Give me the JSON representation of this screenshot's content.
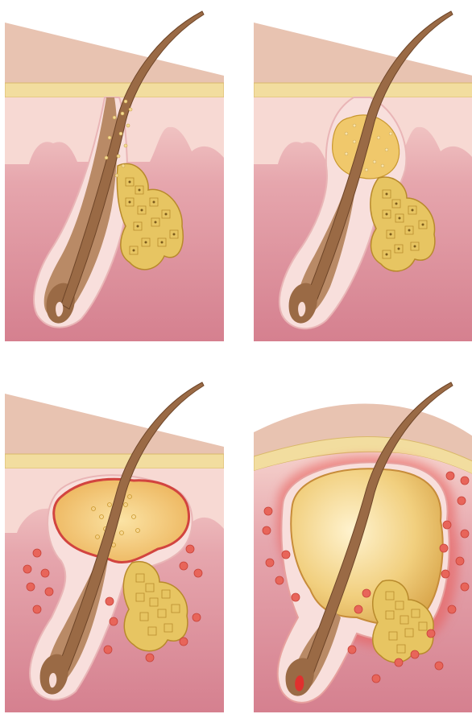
{
  "panels": [
    {
      "stage": "normal-follicle"
    },
    {
      "stage": "clogged-follicle"
    },
    {
      "stage": "inflamed-follicle"
    },
    {
      "stage": "nodular-lesion"
    }
  ],
  "colors": {
    "skin_top": "#e9c6b4",
    "skin_band": "#f1dc9c",
    "dermis_top": "#f6d2cc",
    "dermis": "#d98b98",
    "follicle_wall": "#f9dedb",
    "hair": "#9a6a45",
    "hair_dark": "#7b4e2f",
    "gland": "#e7c562",
    "sebum": "#f0c86b",
    "inflammation": "#e04848",
    "cells": "#e66a5a"
  }
}
